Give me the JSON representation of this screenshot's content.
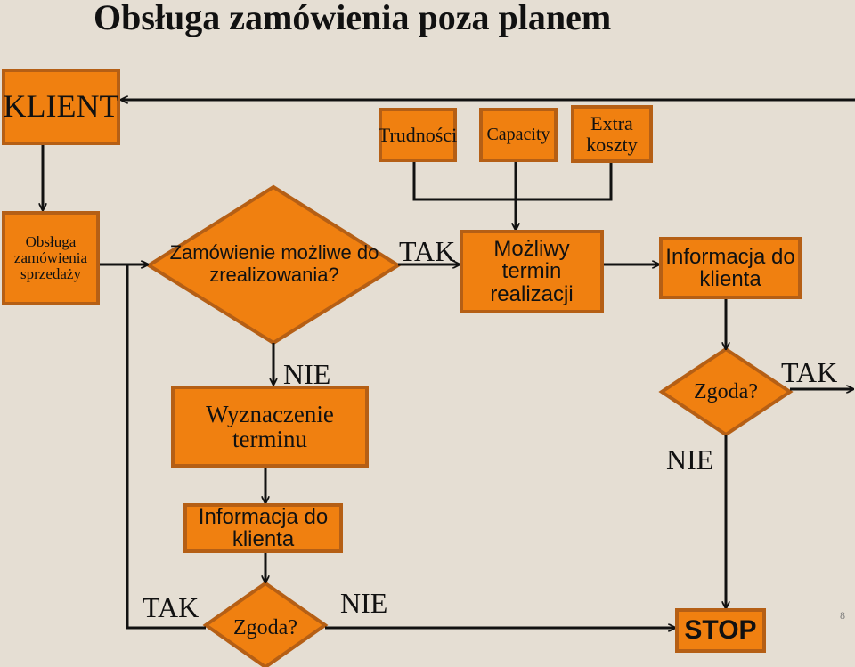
{
  "title": "Obsługa zamówienia poza planem",
  "colors": {
    "fill": "#f08010",
    "stroke": "#b55f15",
    "background": "#e5ded3",
    "line": "#111111"
  },
  "nodes": {
    "klient": "KLIENT",
    "trudnosci": "Trudności",
    "capacity": "Capacity",
    "extra_koszty": "Extra koszty",
    "obsluga": "Obsługa zamówienia sprzedaży",
    "decision_possible": "Zamówienie możliwe do zrealizowania?",
    "mozliwy_termin": "Możliwy termin realizacji",
    "informacja_right": "Informacja do klienta",
    "zgoda_right": "Zgoda?",
    "wyznaczenie": "Wyznaczenie terminu",
    "informacja_bottom": "Informacja do klienta",
    "zgoda_bottom": "Zgoda?",
    "stop": "STOP"
  },
  "edge_labels": {
    "tak_main": "TAK",
    "nie_main": "NIE",
    "tak_right": "TAK",
    "nie_right": "NIE",
    "tak_bottom": "TAK",
    "nie_bottom": "NIE"
  },
  "page_number": "8"
}
